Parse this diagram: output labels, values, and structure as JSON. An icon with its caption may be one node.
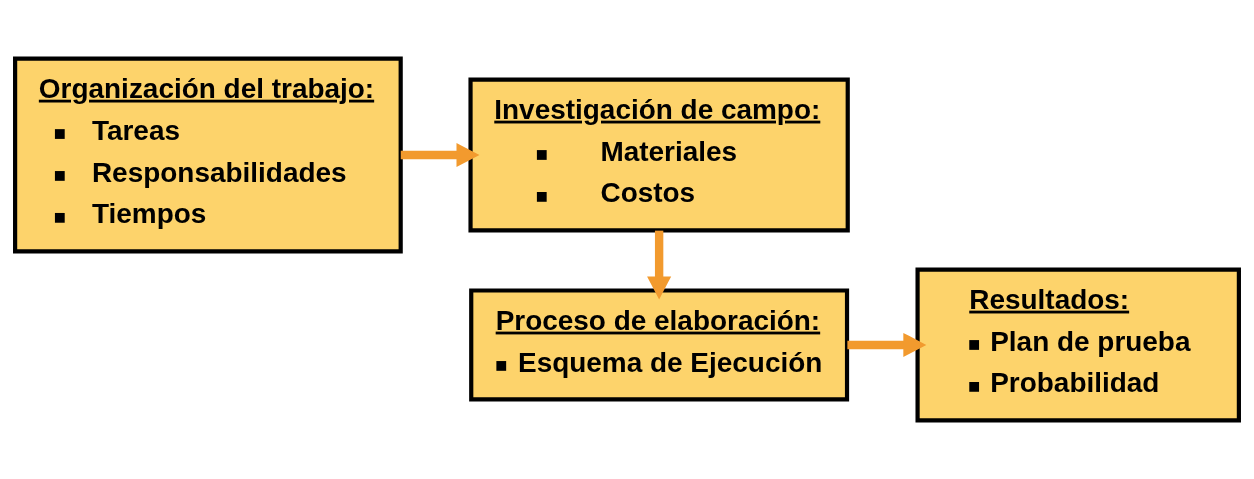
{
  "diagram": {
    "nodes": [
      {
        "text": [
          "Organización del trabajo:",
          "Tareas",
          "Responsabilidades",
          "Tiempos"
        ]
      },
      {
        "text": [
          "Investigación de campo:",
          "Materiales",
          "Costos"
        ]
      },
      {
        "text": [
          "Proceso de elaboración:",
          "Esquema de Ejecución"
        ]
      },
      {
        "text": [
          "Resultados:",
          "Plan de prueba",
          "Probabilidad"
        ]
      }
    ],
    "edges": [
      {
        "from": 0,
        "to": 1,
        "arrow": "to"
      },
      {
        "from": 1,
        "to": 2,
        "arrow": "to"
      },
      {
        "from": 2,
        "to": 3,
        "arrow": "to"
      }
    ]
  }
}
